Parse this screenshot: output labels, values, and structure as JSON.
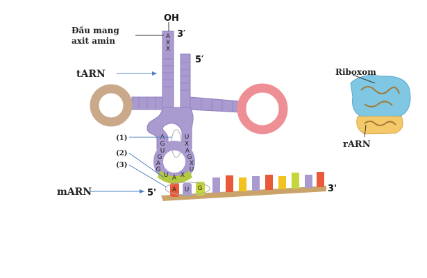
{
  "labels": {
    "oh": "OH",
    "amino_end_line1": "Đầu mang",
    "amino_end_line2": "axit amin",
    "three_prime_top": "3′",
    "five_prime_top": "5′",
    "tarn": "tARN",
    "riboxom": "Riboxom",
    "rarn": "rARN",
    "marker1": "(1)",
    "marker2": "(2)",
    "marker3": "(3)",
    "marn": "mARN",
    "marn_5": "5'",
    "marn_3": "3'"
  },
  "sequences": {
    "acceptor": [
      "A",
      "X",
      "X"
    ],
    "anticodon_left": [
      "A",
      "G",
      "U",
      "G",
      "A",
      "G"
    ],
    "anticodon_right": [
      "U",
      "X",
      "A",
      "G",
      "X",
      "U"
    ],
    "anticodon": [
      "U",
      "A",
      "X"
    ],
    "codon": [
      "A",
      "U",
      "G"
    ]
  },
  "colors": {
    "trna": "#a99bd0",
    "d_loop": "#c9a98a",
    "t_loop": "#ee8f96",
    "anticodon": "#b5c842",
    "arrow": "#4f80bf"
  }
}
